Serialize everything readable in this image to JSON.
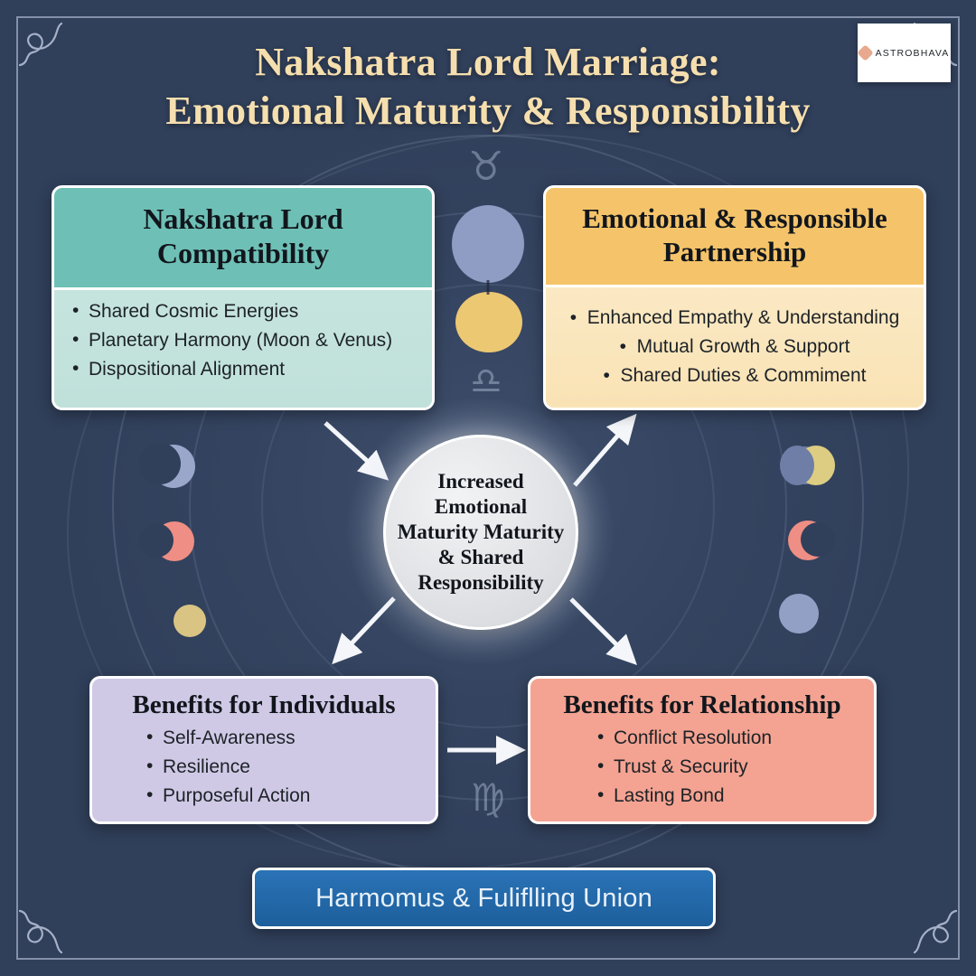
{
  "title": {
    "line1": "Nakshatra Lord Marriage:",
    "line2": "Emotional Maturity & Responsibility",
    "color": "#f6dfae"
  },
  "logo": {
    "text": "ASTROBHAVA",
    "mark_color": "#e8a98e",
    "background": "#ffffff"
  },
  "background": {
    "color": "#303f5a",
    "frame_color": "#c8d4eb"
  },
  "center": {
    "lines": [
      "Increased",
      "Emotional",
      "Maturity   Maturity",
      "& Shared",
      "Responsibility"
    ],
    "full_text": "Increased Emotional Maturity   Maturity & Shared Responsibility",
    "color": "#e2e3e6"
  },
  "cards": [
    {
      "id": "compatibility",
      "title": "Nakshatra Lord Compatibility",
      "header_color": "#6ec0b6",
      "body_color": "#bfe0da",
      "align": "left",
      "items": [
        "Shared Cosmic Energies",
        "Planetary Harmony (Moon & Venus)",
        "Dispositional Alignment"
      ]
    },
    {
      "id": "partnership",
      "title": "Emotional & Responsible Partnership",
      "header_color": "#f5c46a",
      "body_color": "#f8e2b0",
      "align": "center",
      "items": [
        "Enhanced Empathy & Understanding",
        "Mutual Growth & Support",
        "Shared Duties & Commiment"
      ]
    },
    {
      "id": "individuals",
      "title": "Benefits for Individuals",
      "header_color": "#cfc9e6",
      "body_color": "#cfc9e6",
      "align": "left",
      "items": [
        "Self-Awareness",
        "Resilience",
        "Purposeful Action"
      ]
    },
    {
      "id": "relationship",
      "title": "Benefits for Relationship",
      "header_color": "#f4a392",
      "body_color": "#f4a392",
      "align": "left",
      "items": [
        "Conflict Resolution",
        "Trust & Security",
        "Lasting Bond"
      ]
    }
  ],
  "banner": {
    "text": "Harmomus & Fuliflling Union",
    "background": "#1f68ab",
    "text_color": "#e8f1fa"
  },
  "decor": {
    "zodiac_glyphs": [
      {
        "name": "taurus-glyph",
        "char": "♉"
      },
      {
        "name": "libra-glyph",
        "char": "♎"
      },
      {
        "name": "virgo-glyph",
        "char": "♍"
      }
    ],
    "planet_colors": {
      "blue": "#8f9dc4",
      "gold": "#edc873",
      "salmon": "#ef8e84",
      "lavender_blue": "#9aa7cb"
    }
  },
  "arrows": [
    {
      "name": "arrow-compatibility-to-center",
      "direction": "down-right"
    },
    {
      "name": "arrow-center-to-partnership",
      "direction": "up-right"
    },
    {
      "name": "arrow-center-to-individuals",
      "direction": "down-left"
    },
    {
      "name": "arrow-center-to-relationship",
      "direction": "down-right"
    },
    {
      "name": "arrow-individuals-to-relationship",
      "direction": "right"
    }
  ]
}
